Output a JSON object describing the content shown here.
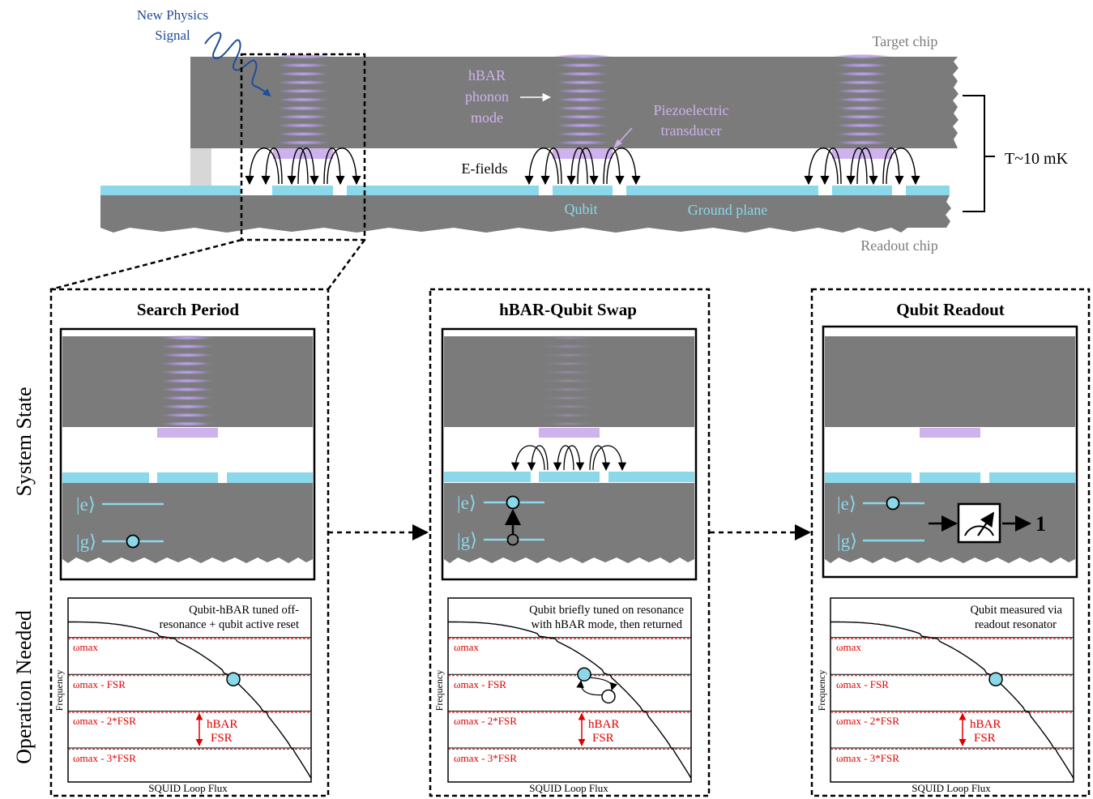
{
  "colors": {
    "chip_gray": "#7b7b7b",
    "qubit_blue": "#8ad8ea",
    "piezo_purple": "#cdb2ec",
    "phonon_purple": "#b79bdf",
    "signal_blue": "#1f4d9c",
    "label_gray": "#7c7c7c",
    "red": "#e00000",
    "black": "#000000"
  },
  "top": {
    "signal_label_line1": "New Physics",
    "signal_label_line2": "Signal",
    "target_chip": "Target chip",
    "readout_chip": "Readout chip",
    "hbar_line1": "hBAR",
    "hbar_line2": "phonon",
    "hbar_line3": "mode",
    "piezo_line1": "Piezoelectric",
    "piezo_line2": "transducer",
    "efields": "E-fields",
    "qubit": "Qubit",
    "ground_plane": "Ground plane",
    "temperature": "T~10 mK"
  },
  "row_labels": {
    "system_state": "System State",
    "operation_needed": "Operation Needed"
  },
  "panels": [
    {
      "title": "Search Period",
      "state": {
        "e": "|e⟩",
        "g": "|g⟩"
      },
      "graph": {
        "note_line1": "Qubit-hBAR tuned off-",
        "note_line2": "resonance + qubit active reset",
        "levels": [
          "ωmax",
          "ωmax - FSR",
          "ωmax - 2*FSR",
          "ωmax - 3*FSR"
        ],
        "fsr_line1": "hBAR",
        "fsr_line2": "FSR",
        "ylabel": "Frequency",
        "xlabel": "SQUID Loop Flux"
      }
    },
    {
      "title": "hBAR-Qubit Swap",
      "state": {
        "e": "|e⟩",
        "g": "|g⟩"
      },
      "graph": {
        "note_line1": "Qubit briefly tuned on resonance",
        "note_line2": "with hBAR mode, then returned",
        "levels": [
          "ωmax",
          "ωmax - FSR",
          "ωmax - 2*FSR",
          "ωmax - 3*FSR"
        ],
        "fsr_line1": "hBAR",
        "fsr_line2": "FSR",
        "ylabel": "Frequency",
        "xlabel": "SQUID Loop Flux"
      }
    },
    {
      "title": "Qubit Readout",
      "state": {
        "e": "|e⟩",
        "g": "|g⟩",
        "result": "1"
      },
      "graph": {
        "note_line1": "Qubit measured via",
        "note_line2": "readout resonator",
        "levels": [
          "ωmax",
          "ωmax - FSR",
          "ωmax - 2*FSR",
          "ωmax - 3*FSR"
        ],
        "fsr_line1": "hBAR",
        "fsr_line2": "FSR",
        "ylabel": "Frequency",
        "xlabel": "SQUID Loop Flux"
      }
    }
  ]
}
